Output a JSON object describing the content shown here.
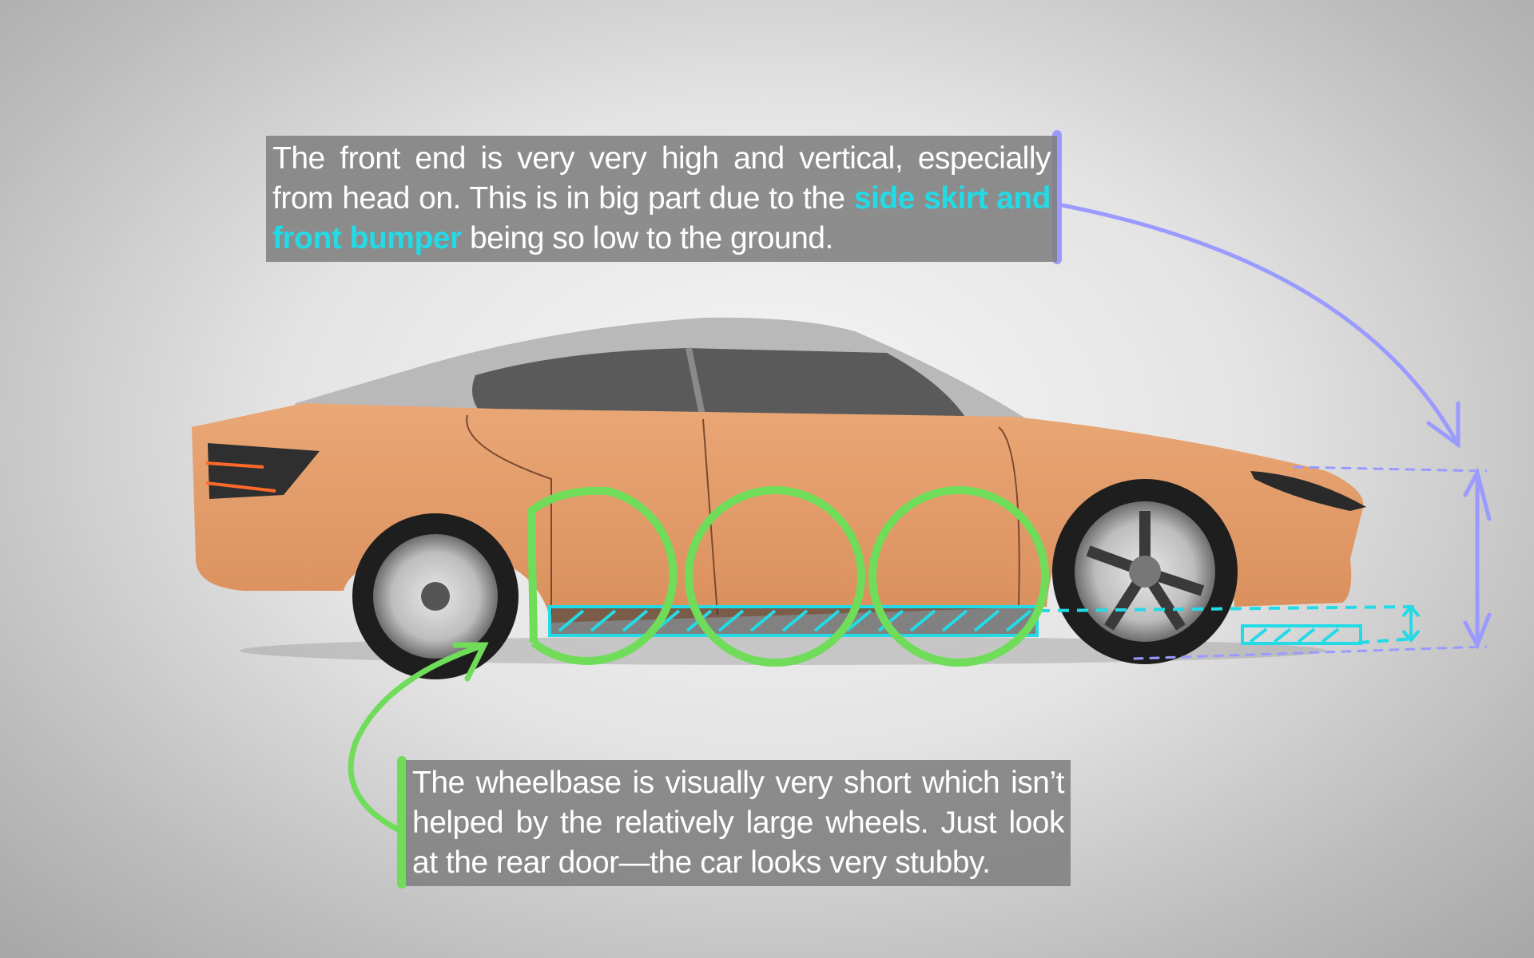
{
  "annotations": {
    "front_end": {
      "text_before": "The front end is very very high and vertical, especially from head on. This is in big part due to the ",
      "highlight": "side skirt and front bumper",
      "text_after": " being so low to the ground.",
      "accent_color": "#9a9aff"
    },
    "wheelbase": {
      "text": "The wheelbase is visually very short which isn’t helped by the relatively large wheels. Just look at the rear door—the car looks very stubby.",
      "accent_color": "#6fdc5a"
    }
  },
  "colors": {
    "body": "#e8a06c",
    "highlight": "#22dbe6",
    "purple": "#9a9aff",
    "green": "#6fdc5a"
  }
}
